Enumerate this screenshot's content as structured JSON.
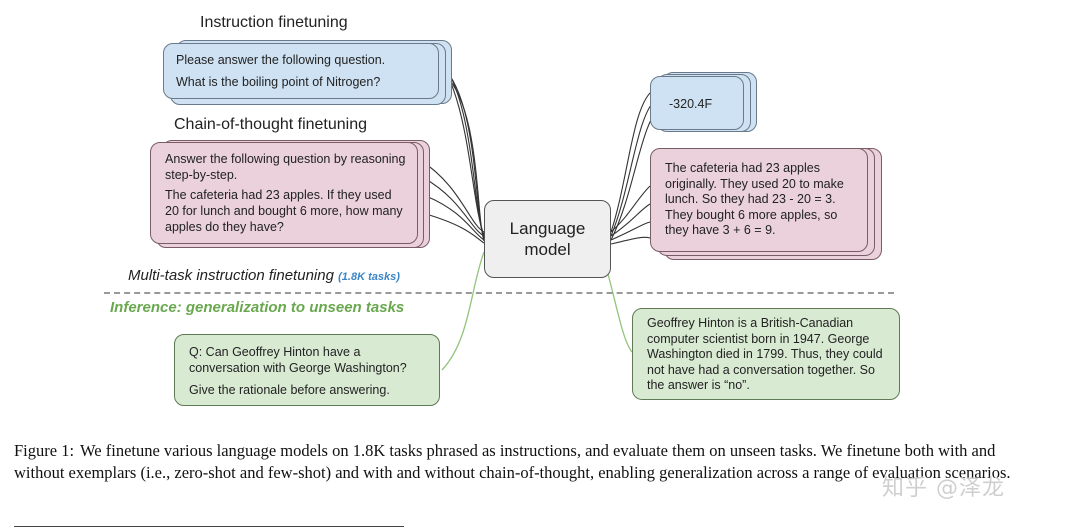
{
  "figure": {
    "instruction_title": "Instruction finetuning",
    "instruction_lines": [
      "Please answer the following question.",
      "What is the boiling point of Nitrogen?"
    ],
    "cot_title": "Chain-of-thought finetuning",
    "cot_lines": [
      "Answer the following question by reasoning step-by-step.",
      "The cafeteria had 23 apples. If they used 20 for lunch and bought 6 more, how many apples do they have?"
    ],
    "model_label": "Language model",
    "answer_short": "-320.4F",
    "answer_cot": "The cafeteria had 23 apples originally. They used 20 to make lunch. So they had 23 - 20 = 3. They bought 6 more apples, so they have 3 + 6 = 9.",
    "multitask_label": "Multi-task instruction finetuning",
    "multitask_count": "(1.8K tasks)",
    "inference_label": "Inference: generalization to unseen tasks",
    "inference_lines": [
      "Q: Can Geoffrey Hinton have a conversation with George Washington?",
      "Give the rationale before answering."
    ],
    "inference_answer": "Geoffrey Hinton is a British-Canadian computer scientist born in 1947. George Washington died in 1799. Thus, they could not have had a conversation together. So the answer is “no”."
  },
  "caption": {
    "label": "Figure 1:",
    "text": "We finetune various language models on 1.8K tasks phrased as instructions, and evaluate them on unseen tasks. We finetune both with and without exemplars (i.e., zero-shot and few-shot) and with and without chain-of-thought, enabling generalization across a range of evaluation scenarios."
  },
  "watermark": "知乎 @泽龙",
  "colors": {
    "blue": "#cfe2f3",
    "pink": "#ead1dc",
    "green": "#d9ead3",
    "gray": "#efefef",
    "inference_text": "#6aa84f",
    "tasks_text": "#3d85c6"
  }
}
